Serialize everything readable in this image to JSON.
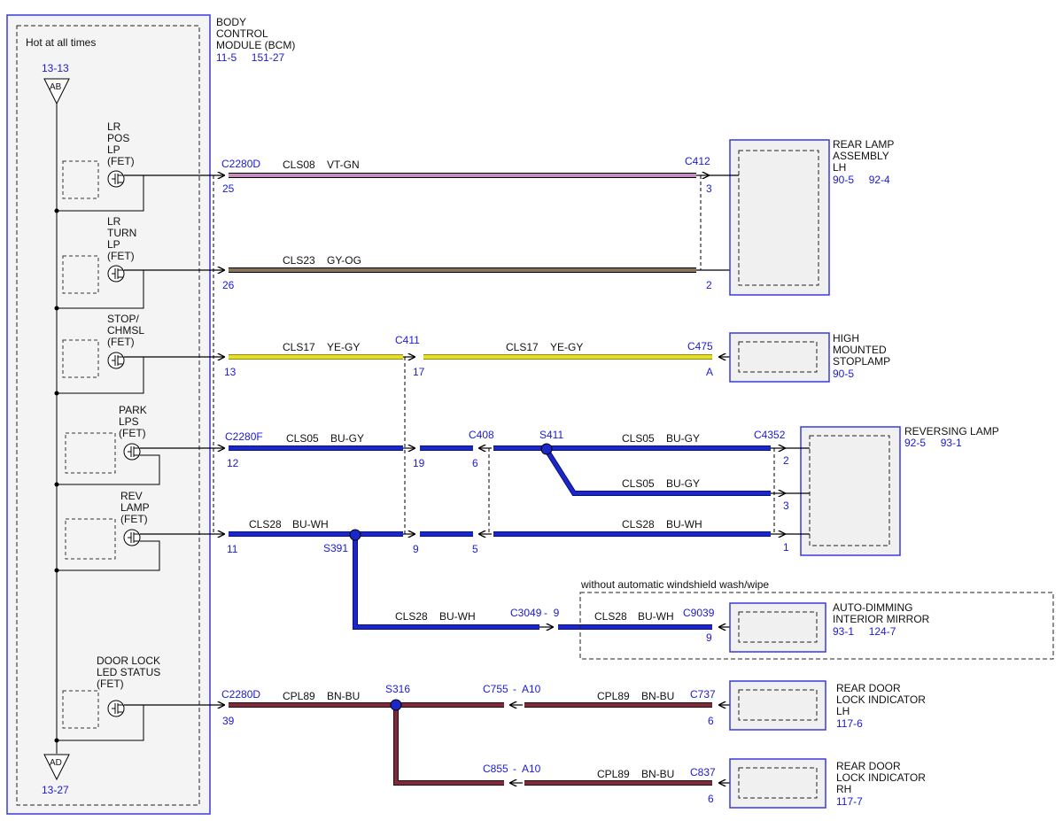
{
  "bcm": {
    "hot_label": "Hot at all times",
    "title_lines": [
      "BODY",
      "CONTROL",
      "MODULE (BCM)"
    ],
    "refs": "11-5     151-27",
    "top_ref": "13-13",
    "top_tag": "AB",
    "bottom_ref": "13-27",
    "bottom_tag": "AD",
    "fets": {
      "lr_pos": [
        "LR",
        "POS",
        "LP",
        "(FET)"
      ],
      "lr_turn": [
        "LR",
        "TURN",
        "LP",
        "(FET)"
      ],
      "stop": [
        "STOP/",
        "CHMSL",
        "(FET)"
      ],
      "park": [
        "PARK",
        "LPS",
        "(FET)"
      ],
      "rev": [
        "REV",
        "LAMP",
        "(FET)"
      ],
      "door": [
        "DOOR LOCK",
        "LED STATUS",
        "(FET)"
      ]
    }
  },
  "connectors": {
    "c2280d": "C2280D",
    "c2280f": "C2280F",
    "c2280d_b": "C2280D",
    "c412": "C412",
    "c411": "C411",
    "c475": "C475",
    "c408": "C408",
    "s411": "S411",
    "c4352": "C4352",
    "s391": "S391",
    "c3049": "C3049",
    "c3049_pin": "-  9",
    "c9039": "C9039",
    "s316": "S316",
    "c755": "C755",
    "c755_pin": "-  A10",
    "c737": "C737",
    "c855": "C855",
    "c855_pin": "-  A10",
    "c837": "C837"
  },
  "pins": {
    "p25": "25",
    "p3": "3",
    "p26": "26",
    "p2": "2",
    "p13": "13",
    "p17": "17",
    "pA": "A",
    "p12": "12",
    "p19": "19",
    "p6": "6",
    "pr2": "2",
    "pr3": "3",
    "p11": "11",
    "p9": "9",
    "p5": "5",
    "pr1": "1",
    "pm9": "9",
    "p39": "39",
    "pl6": "6",
    "prh6": "6"
  },
  "wires": {
    "w1": [
      "CLS08",
      "VT-GN"
    ],
    "w2": [
      "CLS23",
      "GY-OG"
    ],
    "w3a": [
      "CLS17",
      "YE-GY"
    ],
    "w3b": [
      "CLS17",
      "YE-GY"
    ],
    "w4a": [
      "CLS05",
      "BU-GY"
    ],
    "w4b": [
      "CLS05",
      "BU-GY"
    ],
    "w4c": [
      "CLS05",
      "BU-GY"
    ],
    "w5a": [
      "CLS28",
      "BU-WH"
    ],
    "w5b": [
      "CLS28",
      "BU-WH"
    ],
    "w5c": [
      "CLS28",
      "BU-WH"
    ],
    "w5d": [
      "CLS28",
      "BU-WH"
    ],
    "w6a": [
      "CPL89",
      "BN-BU"
    ],
    "w6b": [
      "CPL89",
      "BN-BU"
    ],
    "w6c": [
      "CPL89",
      "BN-BU"
    ]
  },
  "components": {
    "rear_lamp": {
      "lines": [
        "REAR LAMP",
        "ASSEMBLY",
        "LH"
      ],
      "refs": "90-5     92-4"
    },
    "hmsl": {
      "lines": [
        "HIGH",
        "MOUNTED",
        "STOPLAMP"
      ],
      "refs": "90-5"
    },
    "reversing": {
      "lines": [
        "REVERSING LAMP"
      ],
      "refs": "92-5     93-1"
    },
    "mirror": {
      "lines": [
        "AUTO-DIMMING",
        "INTERIOR MIRROR"
      ],
      "refs": "93-1     124-7"
    },
    "door_lh": {
      "lines": [
        "REAR DOOR",
        "LOCK INDICATOR",
        "LH"
      ],
      "refs": "117-6"
    },
    "door_rh": {
      "lines": [
        "REAR DOOR",
        "LOCK INDICATOR",
        "RH"
      ],
      "refs": "117-7"
    }
  },
  "notes": {
    "without_wash": "without automatic windshield wash/wipe"
  },
  "colors": {
    "vt_gn": "#c58cc0",
    "gy_og": "#8a7458",
    "ye_gy": "#e7df1f",
    "bu": "#1c27c9",
    "bn_bu": "#7c2b3a",
    "ref_blue": "#1a1ad6",
    "module_border": "#3a3adf"
  }
}
